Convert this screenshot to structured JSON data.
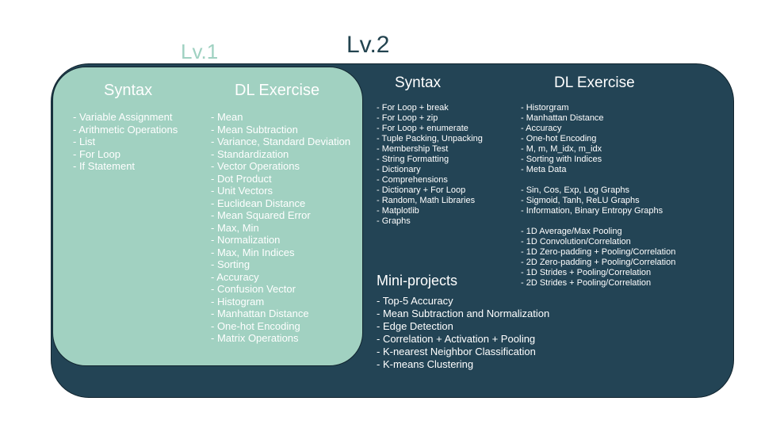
{
  "titles": {
    "lv2": "Lv.2",
    "lv1": "Lv.1"
  },
  "lv1": {
    "syntax_heading": "Syntax",
    "syntax_items": [
      "- Variable Assignment",
      "- Arithmetic Operations",
      "- List",
      "- For Loop",
      "- If Statement"
    ],
    "exercise_heading": "DL Exercise",
    "exercise_items": [
      "- Mean",
      "- Mean Subtraction",
      "- Variance, Standard Deviation",
      "- Standardization",
      "- Vector Operations",
      "- Dot Product",
      "- Unit Vectors",
      "- Euclidean Distance",
      "- Mean Squared Error",
      "- Max, Min",
      "- Normalization",
      "- Max, Min Indices",
      "- Sorting",
      "- Accuracy",
      "- Confusion Vector",
      "- Histogram",
      "- Manhattan Distance",
      "- One-hot Encoding",
      "- Matrix Operations"
    ]
  },
  "lv2": {
    "syntax_heading": "Syntax",
    "syntax_items": [
      "- For Loop + break",
      "- For Loop + zip",
      "- For Loop + enumerate",
      "- Tuple Packing, Unpacking",
      "- Membership Test",
      "- String Formatting",
      "- Dictionary",
      "- Comprehensions",
      "- Dictionary + For Loop",
      "- Random, Math Libraries",
      "- Matplotlib",
      "- Graphs"
    ],
    "exercise_heading": "DL Exercise",
    "exercise_items": [
      "- Historgram",
      "- Manhattan Distance",
      "- Accuracy",
      "- One-hot Encoding",
      "- M, m, M_idx, m_idx",
      "- Sorting with Indices",
      "- Meta Data",
      "",
      "- Sin, Cos, Exp, Log Graphs",
      "- Sigmoid, Tanh, ReLU Graphs",
      "- Information, Binary Entropy Graphs",
      "",
      "- 1D Average/Max Pooling",
      "- 1D Convolution/Correlation",
      "- 1D Zero-padding + Pooling/Correlation",
      "- 2D Zero-padding + Pooling/Correlation",
      "- 1D Strides + Pooling/Correlation",
      "- 2D Strides + Pooling/Correlation"
    ],
    "mini_heading": "Mini-projects",
    "mini_items": [
      "- Top-5 Accuracy",
      "- Mean Subtraction and Normalization",
      "- Edge Detection",
      "- Correlation + Activation + Pooling",
      "- K-nearest Neighbor Classification",
      "- K-means Clustering"
    ]
  }
}
